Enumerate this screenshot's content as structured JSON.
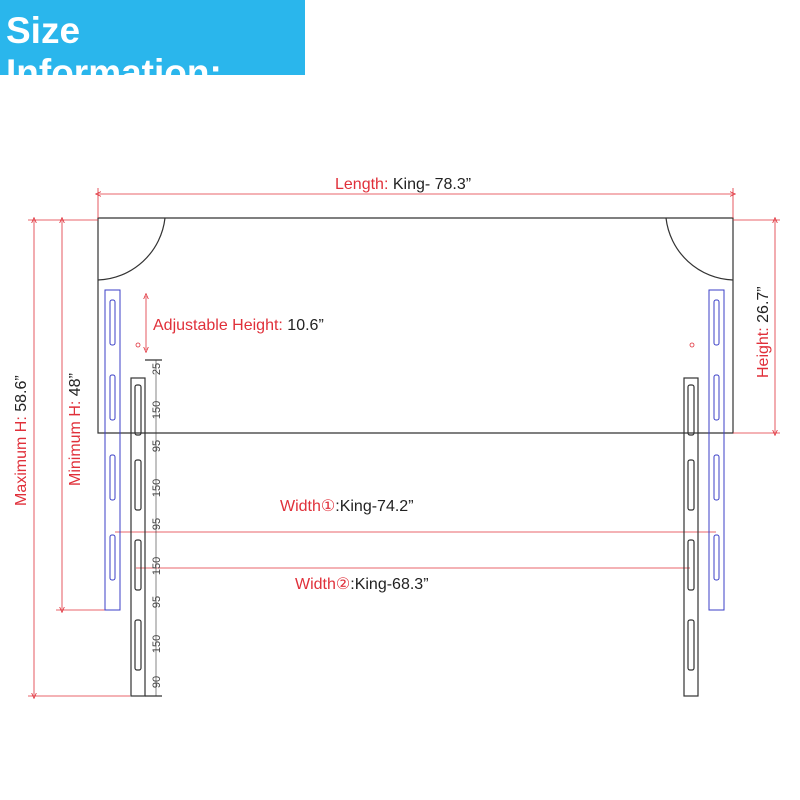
{
  "banner": {
    "title": "Size Information:"
  },
  "dimensions": {
    "length": {
      "label": "Length:",
      "value": " King- 78.3”"
    },
    "adjustable_height": {
      "label": "Adjustable Height:",
      "value": " 10.6”"
    },
    "height": {
      "label": "Height:",
      "value": " 26.7”"
    },
    "maximum_h": {
      "label": "Maximum H:",
      "value": " 58.6”"
    },
    "minimum_h": {
      "label": "Minimum H:",
      "value": " 48”"
    },
    "width1": {
      "label": "Width①",
      "value": ":King-74.2”"
    },
    "width2": {
      "label": "Width②",
      "value": ":King-68.3”"
    }
  },
  "leg_scale": [
    "25",
    "150",
    "95",
    "150",
    "95",
    "150",
    "95",
    "150",
    "90"
  ],
  "colors": {
    "dimension_red": "#e0303a",
    "bracket_blue": "#3b3fc7",
    "outline": "#333333",
    "banner": "#2ab6ec"
  }
}
